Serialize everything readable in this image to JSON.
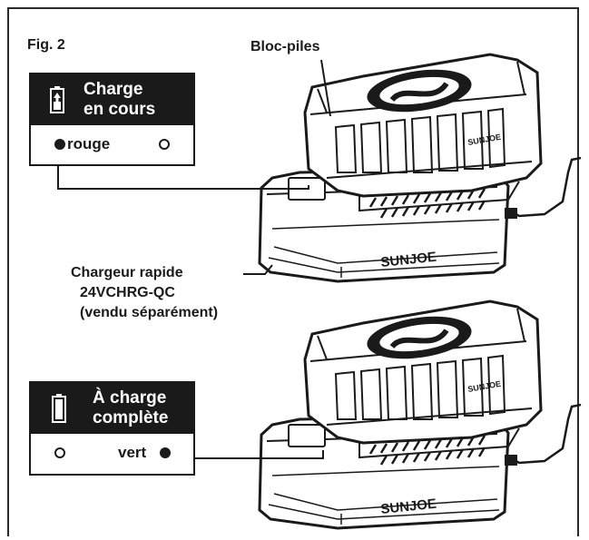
{
  "figure": {
    "label": "Fig. 2"
  },
  "labels": {
    "battery_pack": "Bloc-piles",
    "charger_line1": "Chargeur rapide",
    "charger_line2": "24VCHRG-QC",
    "charger_line3": "(vendu séparément)",
    "brand_battery": "SUNJOE",
    "brand_charger": "SUNJOE"
  },
  "status_charging": {
    "title_line1": "Charge",
    "title_line2": "en cours",
    "indicator_text": "rouge",
    "active_indicator": "left",
    "icon": "battery-charging-icon"
  },
  "status_charged": {
    "title_line1": "À charge",
    "title_line2": "complète",
    "indicator_text": "vert",
    "active_indicator": "right",
    "icon": "battery-full-icon"
  },
  "colors": {
    "ink": "#1a1a1a",
    "background": "#ffffff"
  }
}
